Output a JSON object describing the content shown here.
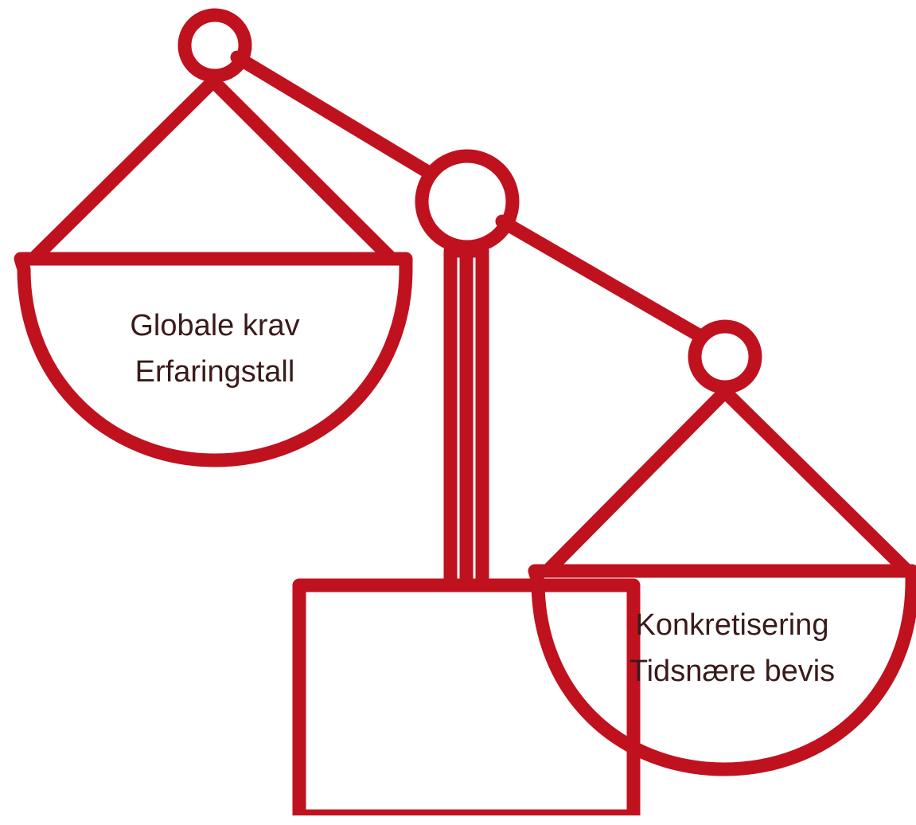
{
  "colors": {
    "stroke": "#c0111f",
    "text": "#3b1a1a",
    "background": "#ffffff"
  },
  "left_pan": {
    "line1": "Globale krav",
    "line2": "Erfaringstall"
  },
  "right_pan": {
    "line1": "Konkretisering",
    "line2": "Tidsnære bevis"
  }
}
